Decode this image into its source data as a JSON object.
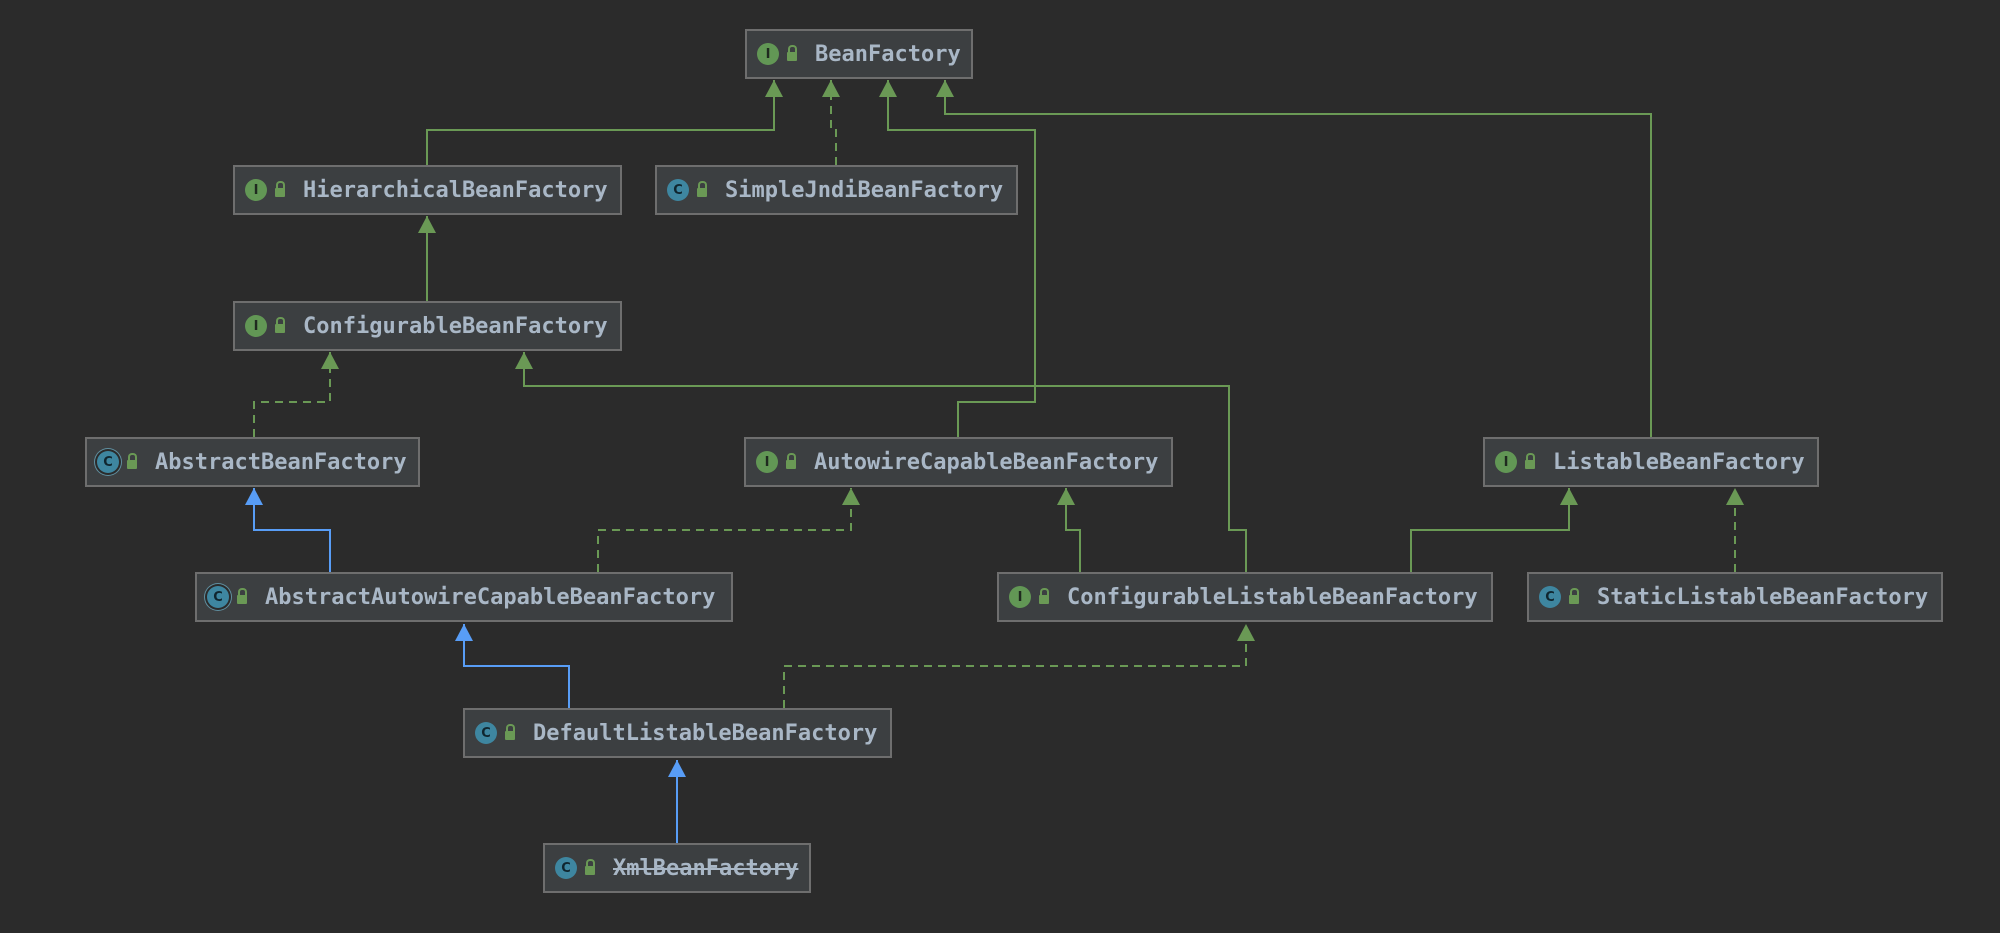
{
  "diagram": {
    "colors": {
      "background": "#2b2b2b",
      "node_fill": "#3c3f41",
      "node_border": "#6e6e6e",
      "text": "#a9b7c6",
      "interface_icon": "#629755",
      "class_icon": "#3e86a0",
      "implements_edge": "#6a9955",
      "extends_edge": "#589df6"
    },
    "nodes": {
      "bean_factory": {
        "label": "BeanFactory",
        "kind": "interface",
        "icon_letter": "I"
      },
      "hierarchical_bean_factory": {
        "label": "HierarchicalBeanFactory",
        "kind": "interface",
        "icon_letter": "I"
      },
      "simple_jndi_bean_factory": {
        "label": "SimpleJndiBeanFactory",
        "kind": "class",
        "icon_letter": "C"
      },
      "configurable_bean_factory": {
        "label": "ConfigurableBeanFactory",
        "kind": "interface",
        "icon_letter": "I"
      },
      "abstract_bean_factory": {
        "label": "AbstractBeanFactory",
        "kind": "abstract",
        "icon_letter": "C"
      },
      "autowire_capable_bean_factory": {
        "label": "AutowireCapableBeanFactory",
        "kind": "interface",
        "icon_letter": "I"
      },
      "listable_bean_factory": {
        "label": "ListableBeanFactory",
        "kind": "interface",
        "icon_letter": "I"
      },
      "abstract_autowire_capable_bean_factory": {
        "label": "AbstractAutowireCapableBeanFactory",
        "kind": "abstract",
        "icon_letter": "C"
      },
      "configurable_listable_bean_factory": {
        "label": "ConfigurableListableBeanFactory",
        "kind": "interface",
        "icon_letter": "I"
      },
      "static_listable_bean_factory": {
        "label": "StaticListableBeanFactory",
        "kind": "class",
        "icon_letter": "C"
      },
      "default_listable_bean_factory": {
        "label": "DefaultListableBeanFactory",
        "kind": "class",
        "icon_letter": "C"
      },
      "xml_bean_factory": {
        "label": "XmlBeanFactory",
        "kind": "class",
        "icon_letter": "C",
        "deprecated": true
      }
    },
    "edges": [
      {
        "from": "hierarchical_bean_factory",
        "to": "bean_factory",
        "type": "extends-interface"
      },
      {
        "from": "simple_jndi_bean_factory",
        "to": "bean_factory",
        "type": "implements"
      },
      {
        "from": "autowire_capable_bean_factory",
        "to": "bean_factory",
        "type": "extends-interface"
      },
      {
        "from": "listable_bean_factory",
        "to": "bean_factory",
        "type": "extends-interface"
      },
      {
        "from": "configurable_bean_factory",
        "to": "hierarchical_bean_factory",
        "type": "extends-interface"
      },
      {
        "from": "abstract_bean_factory",
        "to": "configurable_bean_factory",
        "type": "implements"
      },
      {
        "from": "configurable_listable_bean_factory",
        "to": "configurable_bean_factory",
        "type": "extends-interface"
      },
      {
        "from": "abstract_autowire_capable_bean_factory",
        "to": "abstract_bean_factory",
        "type": "extends-class"
      },
      {
        "from": "abstract_autowire_capable_bean_factory",
        "to": "autowire_capable_bean_factory",
        "type": "implements"
      },
      {
        "from": "configurable_listable_bean_factory",
        "to": "autowire_capable_bean_factory",
        "type": "extends-interface"
      },
      {
        "from": "configurable_listable_bean_factory",
        "to": "listable_bean_factory",
        "type": "extends-interface"
      },
      {
        "from": "static_listable_bean_factory",
        "to": "listable_bean_factory",
        "type": "implements"
      },
      {
        "from": "default_listable_bean_factory",
        "to": "abstract_autowire_capable_bean_factory",
        "type": "extends-class"
      },
      {
        "from": "default_listable_bean_factory",
        "to": "configurable_listable_bean_factory",
        "type": "implements"
      },
      {
        "from": "xml_bean_factory",
        "to": "default_listable_bean_factory",
        "type": "extends-class"
      }
    ]
  }
}
